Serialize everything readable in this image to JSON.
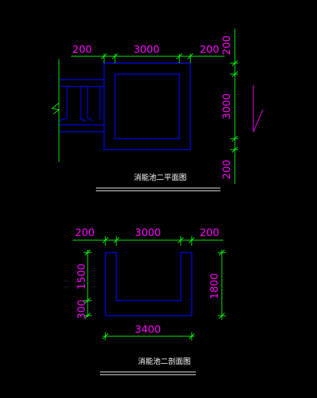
{
  "plan": {
    "dim_top": [
      "200",
      "3000",
      "200"
    ],
    "dim_right": [
      "200",
      "3000",
      "200"
    ],
    "caption": "消能池二平面图"
  },
  "section": {
    "dim_top": [
      "200",
      "3000",
      "200"
    ],
    "dim_left_upper": "1500",
    "dim_left_lower": "300",
    "dim_right": "1800",
    "dim_bottom": "3400",
    "caption": "消能池二剖面图"
  },
  "colors": {
    "background": "#000000",
    "outline": "#0000ff",
    "dimension_line": "#00ff00",
    "dimension_text": "#ff00ff",
    "caption": "#ffffff",
    "underline": "#ffffff"
  }
}
